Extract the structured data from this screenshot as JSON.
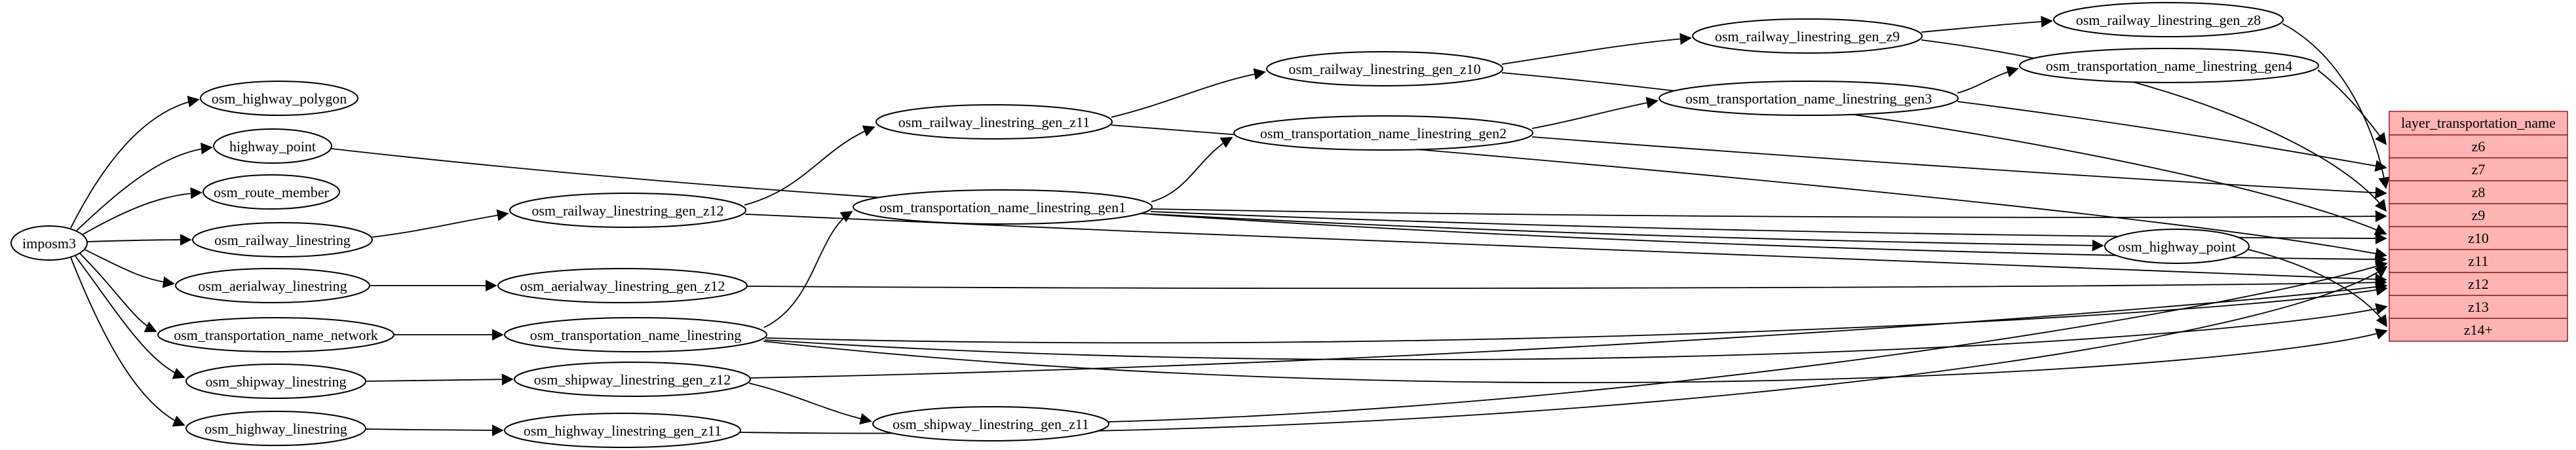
{
  "diagram": {
    "nodes": {
      "imposm3": {
        "label": "imposm3"
      },
      "osm_highway_polygon": {
        "label": "osm_highway_polygon"
      },
      "highway_point": {
        "label": "highway_point"
      },
      "osm_route_member": {
        "label": "osm_route_member"
      },
      "osm_railway_linestring": {
        "label": "osm_railway_linestring"
      },
      "osm_aerialway_linestring": {
        "label": "osm_aerialway_linestring"
      },
      "osm_transportation_name_network": {
        "label": "osm_transportation_name_network"
      },
      "osm_shipway_linestring": {
        "label": "osm_shipway_linestring"
      },
      "osm_highway_linestring": {
        "label": "osm_highway_linestring"
      },
      "osm_railway_linestring_gen_z12": {
        "label": "osm_railway_linestring_gen_z12"
      },
      "osm_aerialway_linestring_gen_z12": {
        "label": "osm_aerialway_linestring_gen_z12"
      },
      "osm_transportation_name_linestring": {
        "label": "osm_transportation_name_linestring"
      },
      "osm_shipway_linestring_gen_z12": {
        "label": "osm_shipway_linestring_gen_z12"
      },
      "osm_highway_linestring_gen_z11": {
        "label": "osm_highway_linestring_gen_z11"
      },
      "osm_railway_linestring_gen_z11": {
        "label": "osm_railway_linestring_gen_z11"
      },
      "osm_transportation_name_linestring_gen1": {
        "label": "osm_transportation_name_linestring_gen1"
      },
      "osm_shipway_linestring_gen_z11": {
        "label": "osm_shipway_linestring_gen_z11"
      },
      "osm_railway_linestring_gen_z10": {
        "label": "osm_railway_linestring_gen_z10"
      },
      "osm_transportation_name_linestring_gen2": {
        "label": "osm_transportation_name_linestring_gen2"
      },
      "osm_railway_linestring_gen_z9": {
        "label": "osm_railway_linestring_gen_z9"
      },
      "osm_transportation_name_linestring_gen3": {
        "label": "osm_transportation_name_linestring_gen3"
      },
      "osm_railway_linestring_gen_z8": {
        "label": "osm_railway_linestring_gen_z8"
      },
      "osm_transportation_name_linestring_gen4": {
        "label": "osm_transportation_name_linestring_gen4"
      },
      "osm_highway_point": {
        "label": "osm_highway_point"
      }
    },
    "table": {
      "title": "layer_transportation_name",
      "rows": [
        "z6",
        "z7",
        "z8",
        "z9",
        "z10",
        "z11",
        "z12",
        "z13",
        "z14+"
      ]
    },
    "colors": {
      "background": "#ffffff",
      "node_fill": "#ffffff",
      "node_stroke": "#000000",
      "edge_color": "#000000",
      "table_fill": "#ffb3b3",
      "table_stroke": "#8b2222"
    }
  }
}
